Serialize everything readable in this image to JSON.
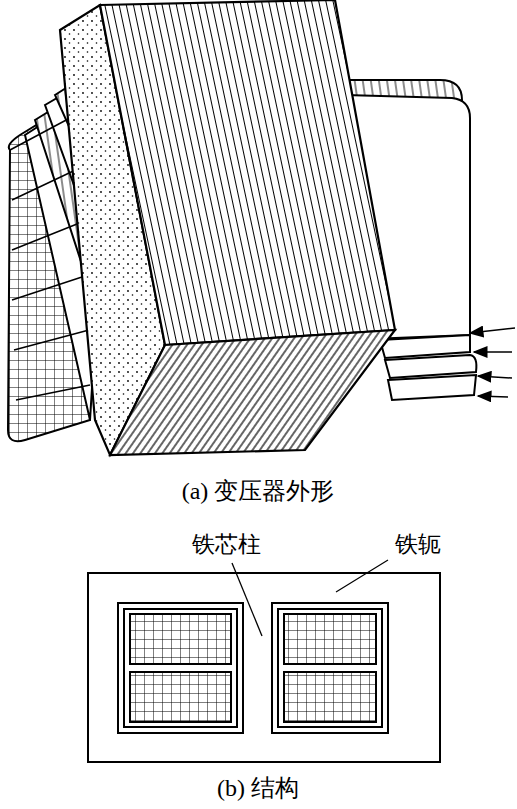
{
  "diagram": {
    "labels": [
      "(a) 变压器外形",
      "铁芯柱",
      "铁轭",
      "(b) 结构"
    ]
  }
}
